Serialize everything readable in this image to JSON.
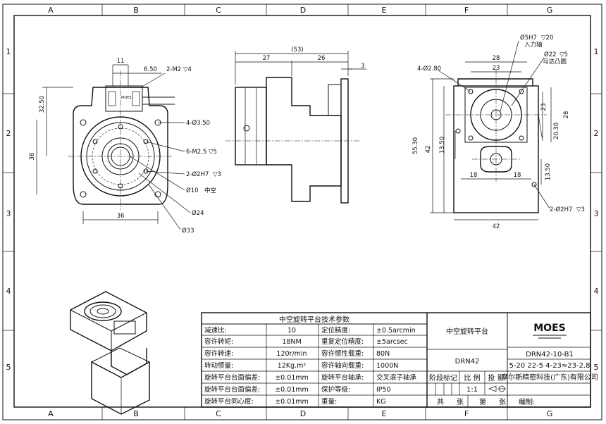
{
  "zones": {
    "columns": [
      "A",
      "B",
      "C",
      "D",
      "E",
      "F",
      "G"
    ],
    "rows": [
      "1",
      "2",
      "3",
      "4",
      "5"
    ]
  },
  "front_view": {
    "dims": [
      "11",
      "6.50",
      "2-M2",
      "▽4",
      "32.50",
      "36",
      "4-Ø3.50",
      "6-M2.5",
      "▽5",
      "2-Ø2H7",
      "▽3",
      "Ø10",
      "中空",
      "Ø24",
      "Ø33",
      "36"
    ],
    "motor_label": "MOES"
  },
  "side_view": {
    "dims": [
      "(53)",
      "27",
      "26",
      "3"
    ]
  },
  "back_view": {
    "dims": [
      "Ø5H7",
      "▽20",
      "入力轴",
      "Ø22",
      "▽5",
      "马达凸圆",
      "4-Ø2.80",
      "28",
      "23",
      "23",
      "28",
      "20.30",
      "55.30",
      "42",
      "13.50",
      "18",
      "18",
      "13.50",
      "42",
      "2-Ø2H7",
      "▽3"
    ]
  },
  "specs": {
    "title": "中空旋转平台技术参数",
    "rows": [
      {
        "l1": "减速比:",
        "v1": "10",
        "l2": "定位精度:",
        "v2": "±0.5arcmin"
      },
      {
        "l1": "容许转矩:",
        "v1": "18NM",
        "l2": "重复定位精度:",
        "v2": "±5arcsec"
      },
      {
        "l1": "容许转速:",
        "v1": "120r/min",
        "l2": "容许惯性载重:",
        "v2": "80N"
      },
      {
        "l1": "转动惯量:",
        "v1": "12Kg.m²",
        "l2": "容许轴向载重:",
        "v2": "1000N"
      },
      {
        "l1": "旋转平台台面偏差:",
        "v1": "±0.01mm",
        "l2": "旋转平台轴承:",
        "v2": "交叉滚子轴承"
      },
      {
        "l1": "旋转平台台面偏差:",
        "v1": "±0.01mm",
        "l2": "保护等级:",
        "v2": "IP50"
      },
      {
        "l1": "旋转平台同心度:",
        "v1": "±0.01mm",
        "l2": "重量:",
        "v2": "KG"
      }
    ]
  },
  "title_block": {
    "product": "中空旋转平台",
    "model": "DRN42",
    "logo": "MOES",
    "drawing_no": "DRN42-10-B1",
    "date": "5-20 22-5 4-23≈23-2.8",
    "company": "摩尔斯精密科技(广东)有限公司",
    "stage_label": "阶段标记",
    "ratio_label": "比  例",
    "proj_label": "投  影",
    "ratio_value": "1:1",
    "total_label": "共",
    "sheet_label": "张",
    "page_label": "第",
    "page_sheet_label": "张",
    "editor_label": "编制:"
  }
}
